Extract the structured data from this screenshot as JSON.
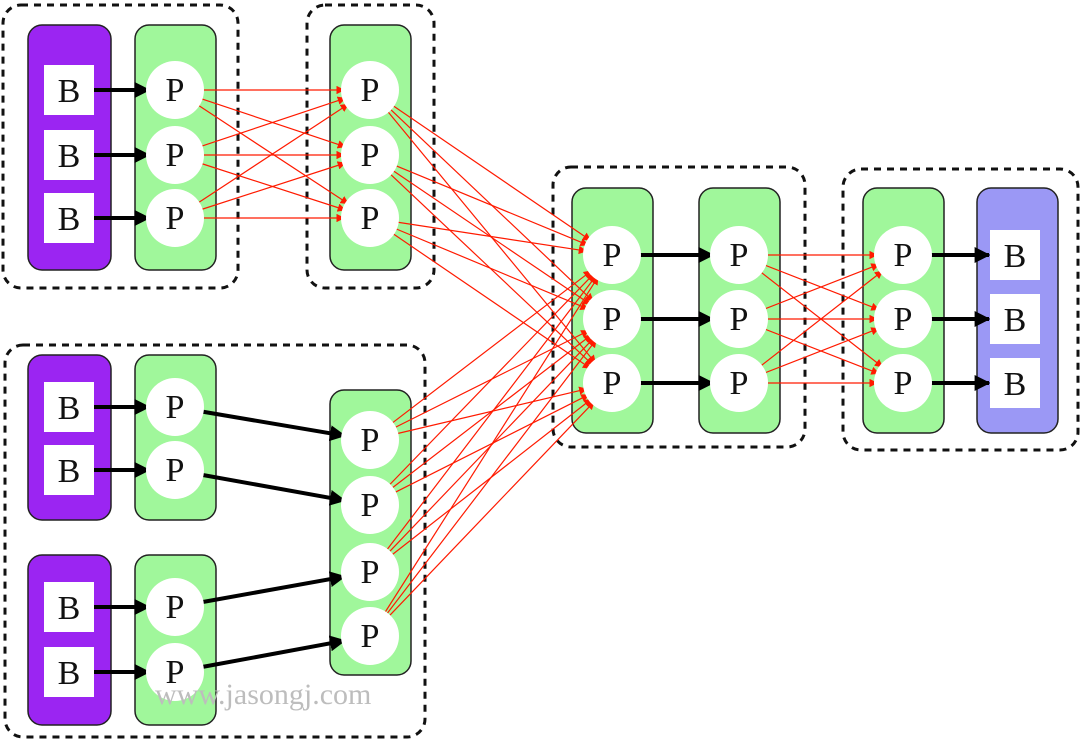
{
  "labels": {
    "broker": "B",
    "partition": "P"
  },
  "watermark": "www.jasongj.com",
  "colors": {
    "input_bar": "#9b25f2",
    "output_bar": "#9b98f5",
    "partition_bar": "#a0f79b",
    "node": "#ffffff",
    "strong_link": "#000000",
    "shuffle_link": "#ff1a00",
    "group_border": "#111111"
  }
}
